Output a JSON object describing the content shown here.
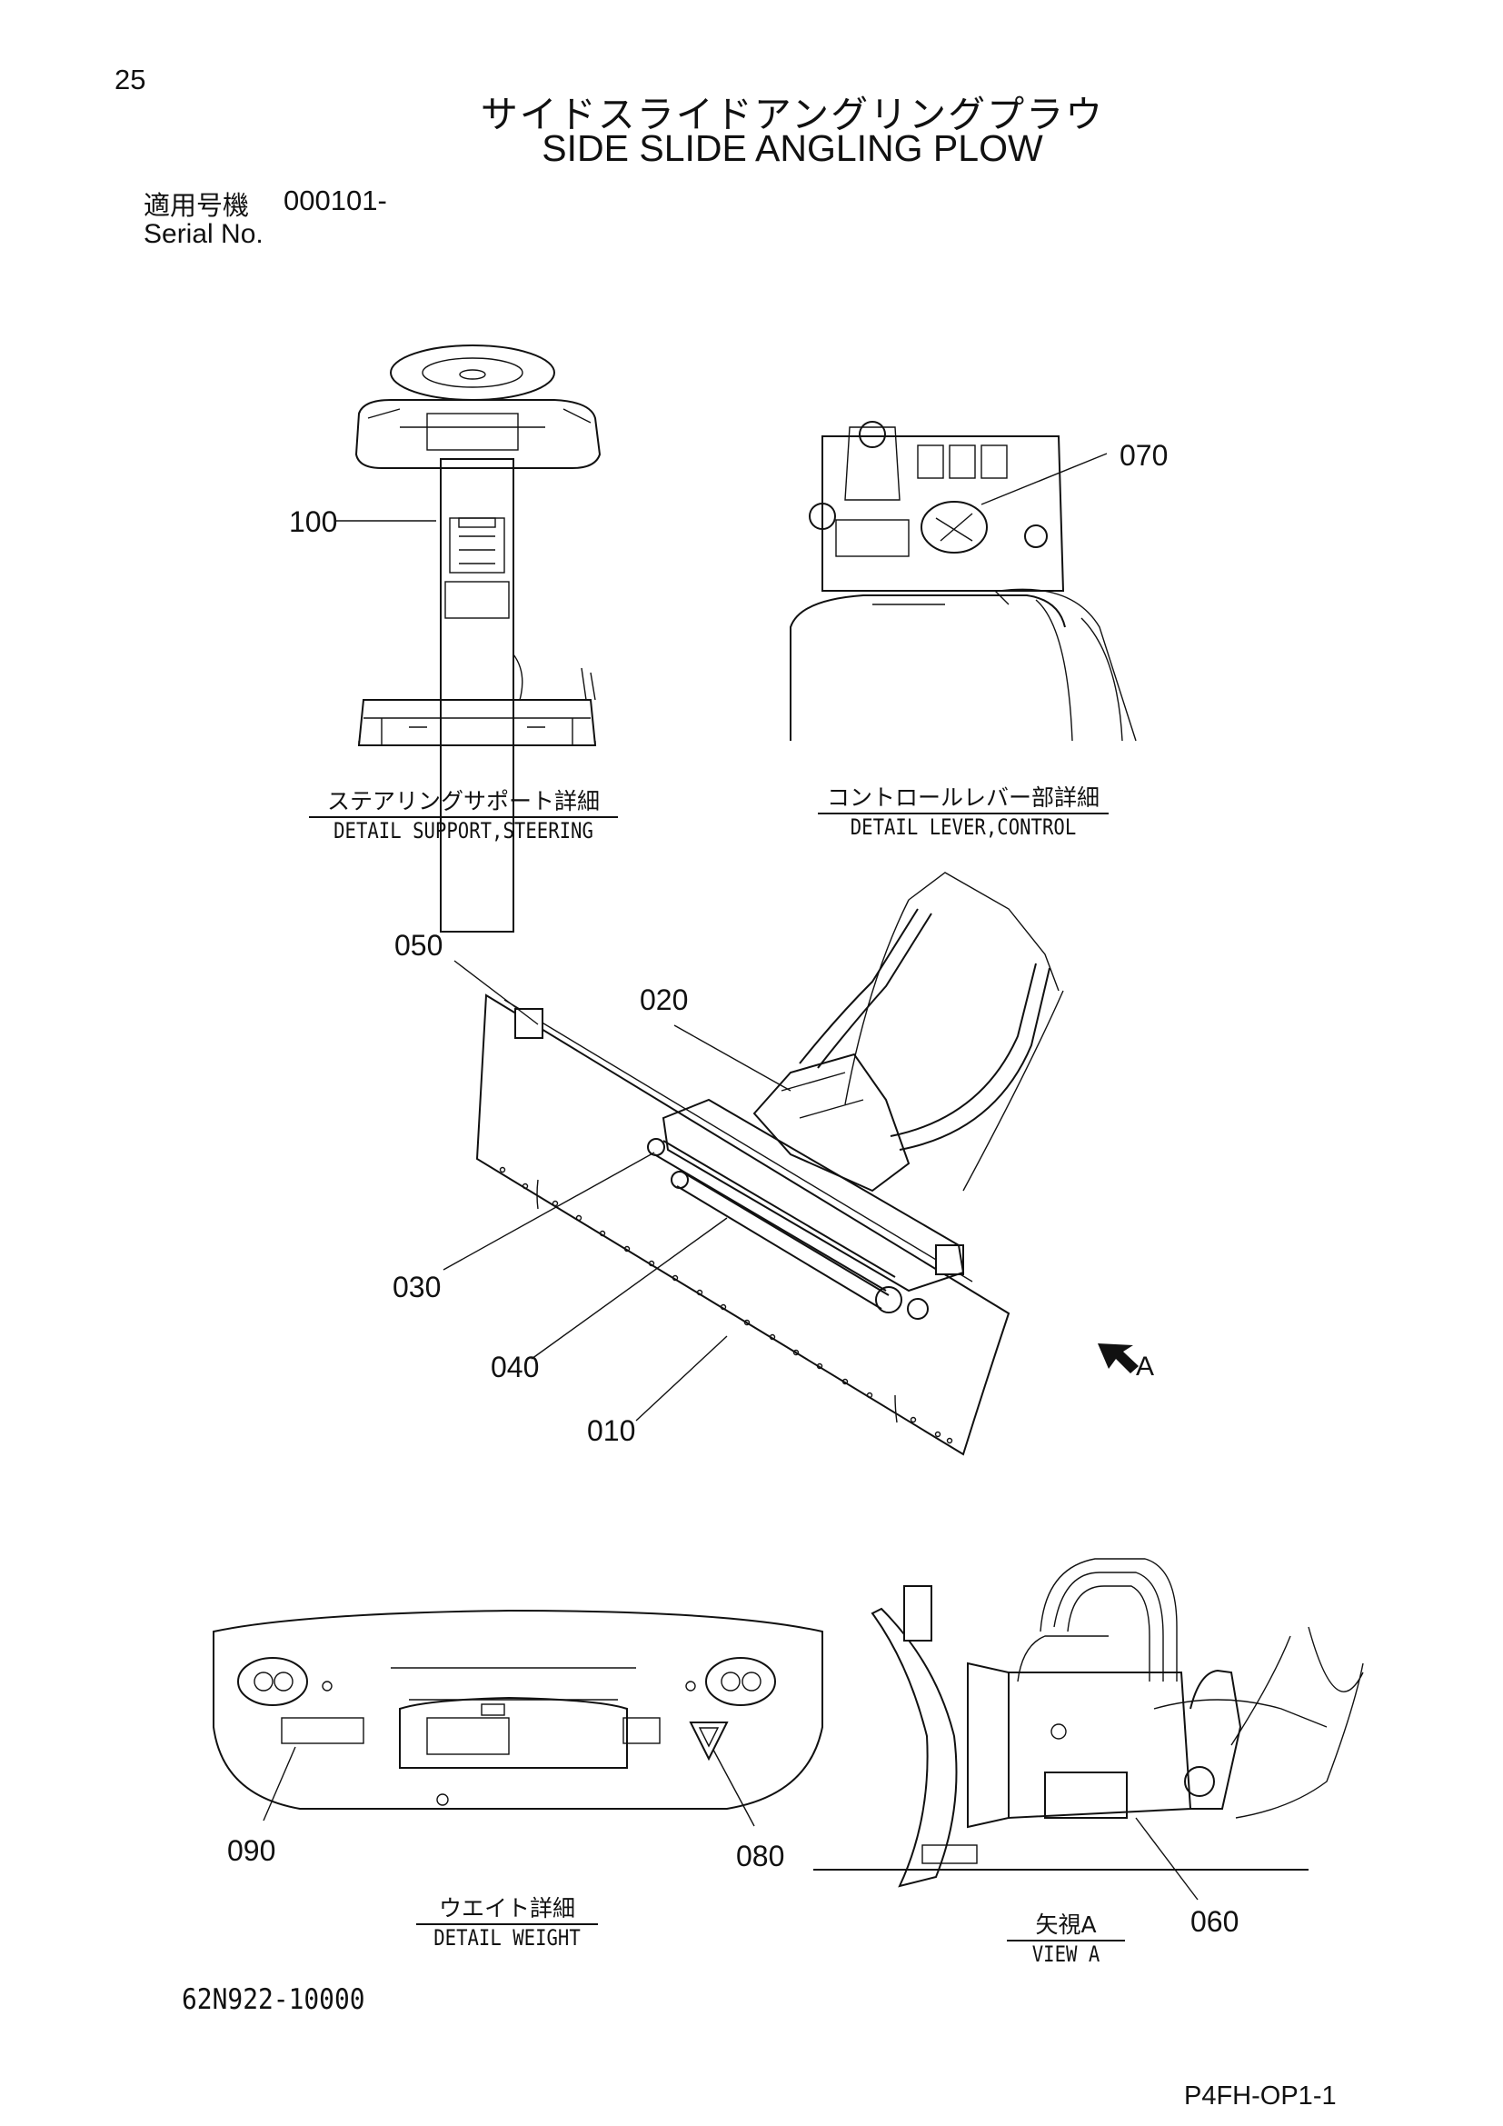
{
  "page_number": "25",
  "title": {
    "japanese": "サイドスライドアングリングプラウ",
    "english": "SIDE SLIDE ANGLING PLOW"
  },
  "serial": {
    "label_jp": "適用号機",
    "value": "000101-",
    "label_en": "Serial No."
  },
  "views": {
    "steering": {
      "caption_jp": "ステアリングサポート詳細",
      "caption_en": "DETAIL SUPPORT,STEERING"
    },
    "control_lever": {
      "caption_jp": "コントロールレバー部詳細",
      "caption_en": "DETAIL LEVER,CONTROL"
    },
    "weight": {
      "caption_jp": "ウエイト詳細",
      "caption_en": "DETAIL WEIGHT"
    },
    "view_a": {
      "caption_jp": "矢視A",
      "caption_en": "VIEW A"
    },
    "arrow_a_label": "A"
  },
  "callouts": {
    "c100": "100",
    "c070": "070",
    "c050": "050",
    "c020": "020",
    "c030": "030",
    "c040": "040",
    "c010": "010",
    "c090": "090",
    "c080": "080",
    "c060": "060"
  },
  "document_number": "62N922-10000",
  "sheet_number": "P4FH-OP1-1"
}
